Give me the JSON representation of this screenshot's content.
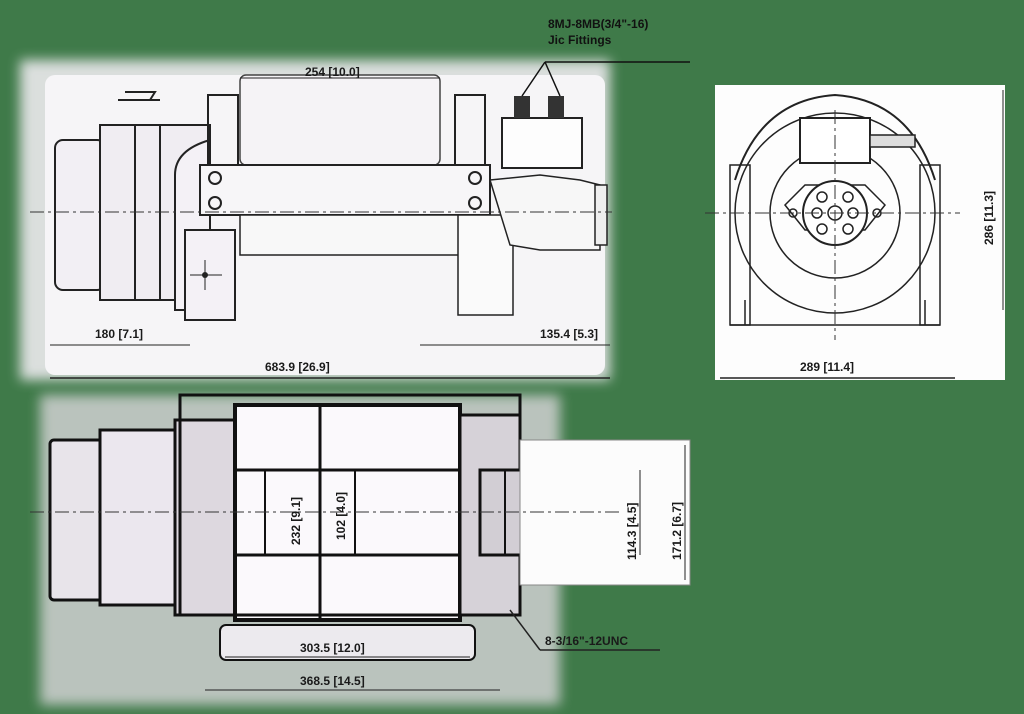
{
  "drawing": {
    "subject": "Hydraulic winch dimensional drawing",
    "units": "mm [in]",
    "background_color": "#3f7a49",
    "line_color": "#1a1a1a",
    "part_fill": "#f4f2f4"
  },
  "side_view": {
    "callout": {
      "line1": "8MJ-8MB(3/4\"-16)",
      "line2": "Jic Fittings"
    },
    "dimensions": {
      "top_width": "254 [10.0]",
      "left_offset": "180 [7.1]",
      "right_offset": "135.4 [5.3]",
      "overall_length": "683.9 [26.9]"
    }
  },
  "end_view": {
    "dimensions": {
      "width": "289 [11.4]",
      "height": "286 [11.3]"
    }
  },
  "top_view": {
    "dimensions": {
      "inner_height": "232 [9.1]",
      "drum_height": "102 [4.0]",
      "motor_flange_inner": "114.3 [4.5]",
      "motor_flange_outer": "171.2 [6.7]",
      "base_inner_width": "303.5 [12.0]",
      "base_outer_width": "368.5 [14.5]"
    },
    "bolt_callout": "8-3/16\"-12UNC"
  }
}
